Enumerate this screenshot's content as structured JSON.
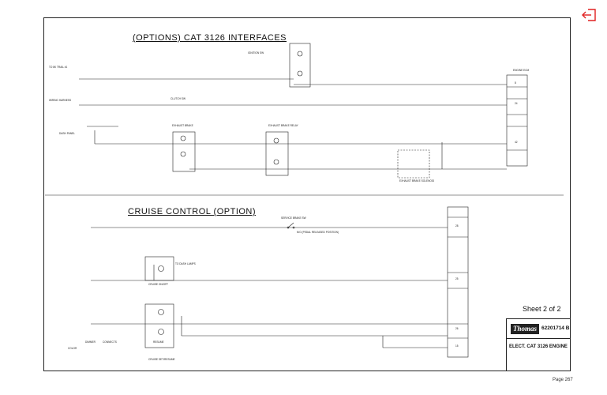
{
  "diagram": {
    "section1_title": "(OPTIONS) CAT 3126 INTERFACES",
    "section2_title": "CRUISE CONTROL (OPTION)"
  },
  "title_block": {
    "sheet": "Sheet 2 of 2",
    "logo": "Thomas",
    "drawing_number": "62201714 B",
    "drawing_name": "ELECT. CAT 3126 ENGINE"
  },
  "footer": {
    "page": "Page 267"
  },
  "labels": {
    "l1": "TO 8K TRAIL #1",
    "l2": "WIRING HARNESS",
    "l3": "IGNITION SW",
    "l4": "CRUISE ON/OFF",
    "l5": "RESUME",
    "l6": "ENGINE ECM",
    "l7": "CLUTCH SW",
    "l8": "EXHAUST BRAKE",
    "l9": "DASH PANEL",
    "l10": "CRUISE SET/RESUME",
    "l11": "SERVICE BRAKE SW",
    "l12": "DIMMER",
    "l13": "N/O (PEDAL RELEASED POSITION)",
    "l14": "COLOR",
    "l15": "CONNECTS",
    "l16": "TO DASH LAMPS",
    "l17": "EXHAUST BRAKE SOLENOID",
    "l18": "EXHAUST BRAKE RELAY"
  },
  "pins": [
    "8",
    "24",
    "42",
    "28",
    "25",
    "26",
    "15"
  ]
}
